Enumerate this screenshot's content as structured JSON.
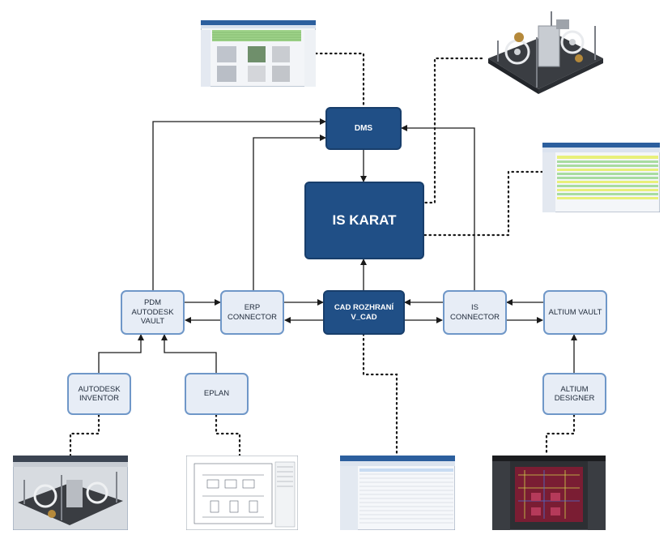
{
  "nodes": {
    "dms": "DMS",
    "is_karat": "IS KARAT",
    "pdm_vault": "PDM\nAUTODESK\nVAULT",
    "erp_connector": "ERP\nCONNECTOR",
    "cad_rozhrani": "CAD ROZHRANÍ\nV_CAD",
    "is_connector": "IS\nCONNECTOR",
    "altium_vault": "ALTIUM VAULT",
    "autodesk_inventor": "AUTODESK\nINVENTOR",
    "eplan": "EPLAN",
    "altium_designer": "ALTIUM\nDESIGNER"
  },
  "colors": {
    "dark_node": "#204f86",
    "light_node": "#e7edf6",
    "light_border": "#6f97c8",
    "arrow": "#1a1a1a"
  },
  "thumbnails": [
    "dms-screenshot",
    "3d-assembly-render",
    "is-karat-screenshot",
    "inventor-screenshot",
    "eplan-drawing",
    "v-cad-screenshot",
    "altium-pcb-screenshot"
  ]
}
